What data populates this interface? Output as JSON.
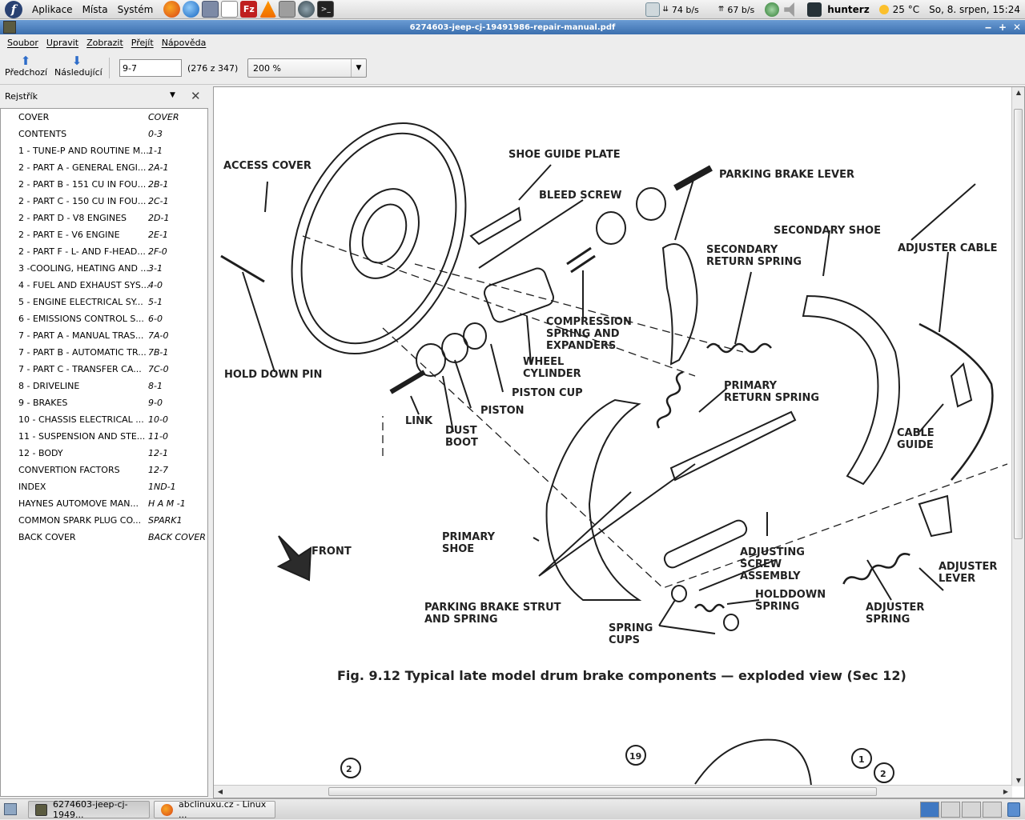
{
  "top_panel": {
    "menus": [
      "Aplikace",
      "Místa",
      "Systém"
    ],
    "launchers": [
      "firefox-icon",
      "thunderbird-icon",
      "calculator-icon",
      "text-editor-icon",
      "filezilla-icon",
      "vlc-icon",
      "screenshot-icon",
      "settings-icon",
      "terminal-icon"
    ],
    "net_down": "74 b/s",
    "net_up": "67 b/s",
    "user": "hunterz",
    "weather": "25 °C",
    "clock": "So, 8. srpen, 15:24"
  },
  "window": {
    "title": "6274603-jeep-cj-19491986-repair-manual.pdf"
  },
  "menubar": [
    "Soubor",
    "Upravit",
    "Zobrazit",
    "Přejít",
    "Nápověda"
  ],
  "toolbar": {
    "prev_label": "Předchozí",
    "next_label": "Následující",
    "page_value": "9-7",
    "page_count": "(276 z 347)",
    "zoom": "200 %"
  },
  "sidebar": {
    "title": "Rejstřík",
    "items": [
      {
        "title": "COVER",
        "page": "COVER"
      },
      {
        "title": "CONTENTS",
        "page": "0-3"
      },
      {
        "title": "1 - TUNE-P AND ROUTINE M...",
        "page": "1-1"
      },
      {
        "title": "2 - PART A - GENERAL ENGI...",
        "page": "2A-1"
      },
      {
        "title": "2 - PART B - 151 CU IN FOU...",
        "page": "2B-1"
      },
      {
        "title": "2 - PART C - 150 CU IN FOU...",
        "page": "2C-1"
      },
      {
        "title": "2 - PART D - V8 ENGINES",
        "page": "2D-1"
      },
      {
        "title": "2 - PART E - V6 ENGINE",
        "page": "2E-1"
      },
      {
        "title": "2 - PART F - L- AND F-HEAD...",
        "page": "2F-0"
      },
      {
        "title": "3 -COOLING, HEATING AND ...",
        "page": "3-1"
      },
      {
        "title": "4 - FUEL AND EXHAUST SYS...",
        "page": "4-0"
      },
      {
        "title": "5 - ENGINE ELECTRICAL SY...",
        "page": "5-1"
      },
      {
        "title": "6 - EMISSIONS CONTROL S...",
        "page": "6-0"
      },
      {
        "title": "7 - PART A - MANUAL TRAS...",
        "page": "7A-0"
      },
      {
        "title": "7 - PART B - AUTOMATIC TR...",
        "page": "7B-1"
      },
      {
        "title": "7 - PART C - TRANSFER CA...",
        "page": "7C-0"
      },
      {
        "title": "8 - DRIVELINE",
        "page": "8-1"
      },
      {
        "title": "9 - BRAKES",
        "page": "9-0"
      },
      {
        "title": "10 - CHASSIS ELECTRICAL ...",
        "page": "10-0"
      },
      {
        "title": "11 - SUSPENSION AND STE...",
        "page": "11-0"
      },
      {
        "title": "12 - BODY",
        "page": "12-1"
      },
      {
        "title": "CONVERTION FACTORS",
        "page": "12-7"
      },
      {
        "title": "INDEX",
        "page": "1ND-1"
      },
      {
        "title": "HAYNES AUTOMOVE MAN...",
        "page": "H A M -1"
      },
      {
        "title": "COMMON SPARK PLUG CO...",
        "page": "SPARK1"
      },
      {
        "title": "BACK COVER",
        "page": "BACK COVER"
      }
    ]
  },
  "document": {
    "labels": {
      "access_cover": "ACCESS COVER",
      "shoe_guide_plate": "SHOE GUIDE PLATE",
      "bleed_screw": "BLEED SCREW",
      "parking_brake_lever": "PARKING BRAKE LEVER",
      "secondary_shoe": "SECONDARY SHOE",
      "adjuster_cable": "ADJUSTER CABLE",
      "secondary_return_spring_1": "SECONDARY",
      "secondary_return_spring_2": "RETURN SPRING",
      "compression_1": "COMPRESSION",
      "compression_2": "SPRING AND",
      "compression_3": "EXPANDERS",
      "wheel_cylinder_1": "WHEEL",
      "wheel_cylinder_2": "CYLINDER",
      "piston_cup": "PISTON CUP",
      "piston": "PISTON",
      "hold_down_pin": "HOLD DOWN PIN",
      "link": "LINK",
      "dust_boot_1": "DUST",
      "dust_boot_2": "BOOT",
      "primary_return_spring_1": "PRIMARY",
      "primary_return_spring_2": "RETURN SPRING",
      "cable_guide_1": "CABLE",
      "cable_guide_2": "GUIDE",
      "front": "FRONT",
      "primary_shoe_1": "PRIMARY",
      "primary_shoe_2": "SHOE",
      "adjusting_1": "ADJUSTING",
      "adjusting_2": "SCREW",
      "adjusting_3": "ASSEMBLY",
      "adjuster_lever_1": "ADJUSTER",
      "adjuster_lever_2": "LEVER",
      "parking_strut_1": "PARKING BRAKE STRUT",
      "parking_strut_2": "AND SPRING",
      "holddown_1": "HOLDDOWN",
      "holddown_2": "SPRING",
      "adjuster_spring_1": "ADJUSTER",
      "adjuster_spring_2": "SPRING",
      "spring_cups_1": "SPRING",
      "spring_cups_2": "CUPS",
      "callout_2a": "2",
      "callout_19": "19",
      "callout_1": "1",
      "callout_2b": "2"
    },
    "caption": "Fig. 9.12   Typical late model drum brake components — exploded view (Sec 12)"
  },
  "taskbar": {
    "tasks": [
      {
        "label": "6274603-jeep-cj-1949...",
        "icon": "pdf-viewer-icon",
        "active": true
      },
      {
        "label": "abclinuxu.cz - Linux ...",
        "icon": "firefox-icon",
        "active": false
      }
    ]
  }
}
